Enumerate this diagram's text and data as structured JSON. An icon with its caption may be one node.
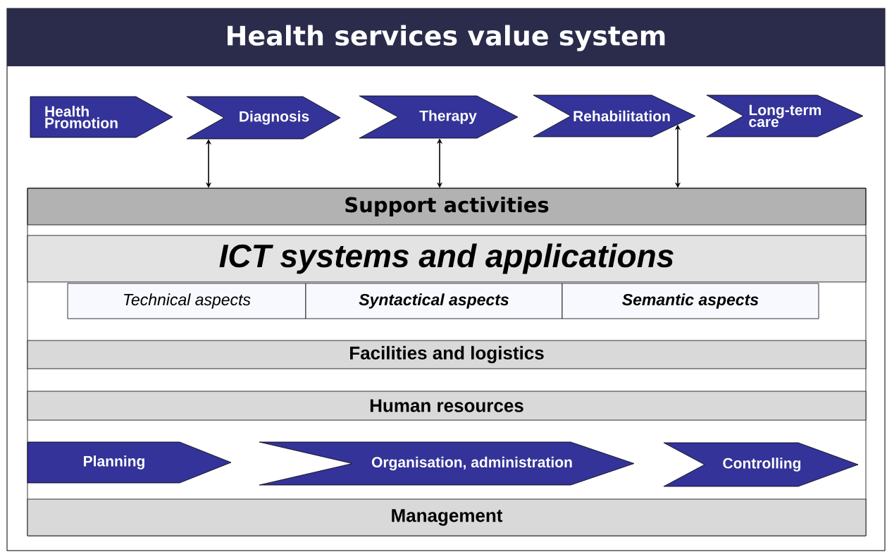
{
  "diagram": {
    "title": "Health services value system",
    "nodes": [
      {
        "text": [
          "Health Promotion"
        ]
      },
      {
        "text": [
          "Diagnosis"
        ]
      },
      {
        "text": [
          "Therapy"
        ]
      },
      {
        "text": [
          "Rehabilitation"
        ]
      },
      {
        "text": [
          "Long-term care"
        ]
      },
      {
        "text": [
          "Support activities"
        ]
      },
      {
        "text": [
          "ICT systems and applications"
        ],
        "in": 5
      },
      {
        "text": [
          "Technical aspects"
        ],
        "in": 5
      },
      {
        "text": [
          "Syntactical aspects"
        ],
        "in": 5
      },
      {
        "text": [
          "Semantic aspects"
        ],
        "in": 5
      },
      {
        "text": [
          "Facilities and logistics"
        ],
        "in": 5
      },
      {
        "text": [
          "Human resources"
        ],
        "in": 5
      },
      {
        "text": [
          "Planning"
        ],
        "in": 5
      },
      {
        "text": [
          "Organisation, administration"
        ],
        "in": 5
      },
      {
        "text": [
          "Controlling"
        ],
        "in": 5
      },
      {
        "text": [
          "Management"
        ],
        "in": 5
      }
    ],
    "edges": [
      {
        "from": 1,
        "to": 5,
        "arrow": "both"
      },
      {
        "from": 2,
        "to": 5,
        "arrow": "both"
      },
      {
        "from": 3,
        "to": 5,
        "arrow": "both"
      }
    ]
  }
}
